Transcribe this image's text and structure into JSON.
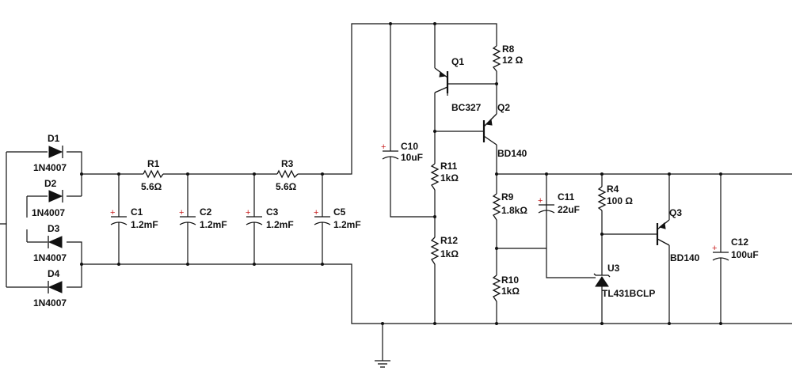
{
  "labels": {
    "D1": "D1",
    "D1v": "1N4007",
    "D2": "D2",
    "D2v": "1N4007",
    "D3": "D3",
    "D3v": "1N4007",
    "D4": "D4",
    "D4v": "1N4007",
    "R1": "R1",
    "R1v": "5.6Ω",
    "R3": "R3",
    "R3v": "5.6Ω",
    "C1": "C1",
    "C1v": "1.2mF",
    "C2": "C2",
    "C2v": "1.2mF",
    "C3": "C3",
    "C3v": "1.2mF",
    "C5": "C5",
    "C5v": "1.2mF",
    "C10": "C10",
    "C10v": "10uF",
    "Q1": "Q1",
    "Q1v": "BC327",
    "Q2": "Q2",
    "Q2v": "BD140",
    "R8": "R8",
    "R8v": "12 Ω",
    "R11": "R11",
    "R11v": "1kΩ",
    "R12": "R12",
    "R12v": "1kΩ",
    "R9": "R9",
    "R9v": "1.8kΩ",
    "R10": "R10",
    "R10v": "1kΩ",
    "C11": "C11",
    "C11v": "22uF",
    "R4": "R4",
    "R4v": "100 Ω",
    "U3": "U3",
    "U3v": "TL431BCLP",
    "Q3": "Q3",
    "Q3v": "BD140",
    "C12": "C12",
    "C12v": "100uF",
    "plus": "+"
  },
  "colors": {
    "ink": "#111111",
    "polarity": "#c81e1e",
    "background": "#ffffff"
  }
}
